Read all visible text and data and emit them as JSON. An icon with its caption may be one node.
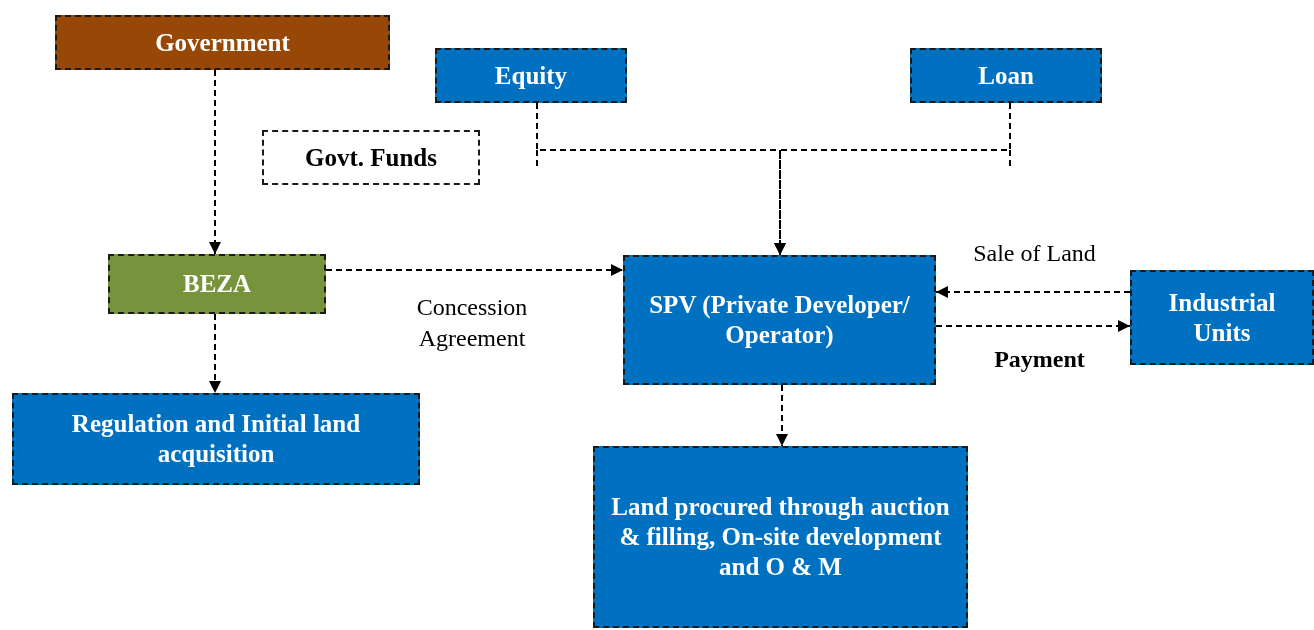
{
  "diagram": {
    "nodes": [
      {
        "text": [
          "Government"
        ]
      },
      {
        "text": [
          "Equity"
        ]
      },
      {
        "text": [
          "Loan"
        ]
      },
      {
        "text": [
          "Govt. Funds"
        ]
      },
      {
        "text": [
          "BEZA"
        ]
      },
      {
        "text": [
          "SPV (Private Developer/ Operator)"
        ]
      },
      {
        "text": [
          "Industrial Units"
        ]
      },
      {
        "text": [
          "Regulation and Initial land acquisition"
        ]
      },
      {
        "text": [
          "Land procured through auction & filling, On-site development and O & M"
        ]
      }
    ],
    "edges": [
      {
        "from": 0,
        "to": 4,
        "arrow": "to"
      },
      {
        "from": 1,
        "to": 5,
        "arrow": "to"
      },
      {
        "from": 2,
        "to": 5,
        "arrow": "to"
      },
      {
        "from": 4,
        "to": 5,
        "arrow": "to",
        "label": "Concession Agreement"
      },
      {
        "from": 6,
        "to": 5,
        "arrow": "to",
        "label": "Sale of Land"
      },
      {
        "from": 5,
        "to": 6,
        "arrow": "to",
        "label": "Payment"
      },
      {
        "from": 4,
        "to": 7,
        "arrow": "to"
      },
      {
        "from": 5,
        "to": 8,
        "arrow": "to"
      }
    ]
  }
}
